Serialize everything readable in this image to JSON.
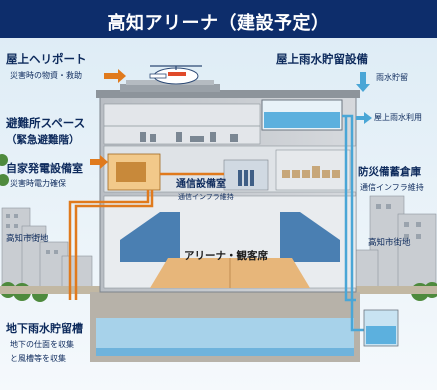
{
  "title": "高知アリーナ（建設予定）",
  "labels": {
    "heliport": "屋上ヘリポート",
    "heliport_sub": "災害時の物資・救助",
    "rain_tank": "屋上雨水貯留設備",
    "rain_storage": "雨水貯留",
    "rain_use": "屋上雨水利用",
    "shelter": "避難所スペース",
    "shelter_sub": "（緊急避難階）",
    "generator": "自家発電設備室",
    "generator_sub": "災害時電力確保",
    "comm_room": "通信設備室",
    "comm_room_sub": "通信インフラ維持",
    "warehouse": "防災備蓄倉庫",
    "warehouse_sub": "通信インフラ維持",
    "city_left": "高知市街地",
    "city_right": "高知市街地",
    "arena": "アリーナ・観客席",
    "underground": "地下雨水貯留槽",
    "underground_sub1": "地下の仕面を収集",
    "underground_sub2": "と風槽等を収集"
  },
  "colors": {
    "title_bg": "#0d2d6b",
    "arrow": "#e07a1d",
    "water": "#4aa6d6",
    "text": "#0d2a5c"
  }
}
